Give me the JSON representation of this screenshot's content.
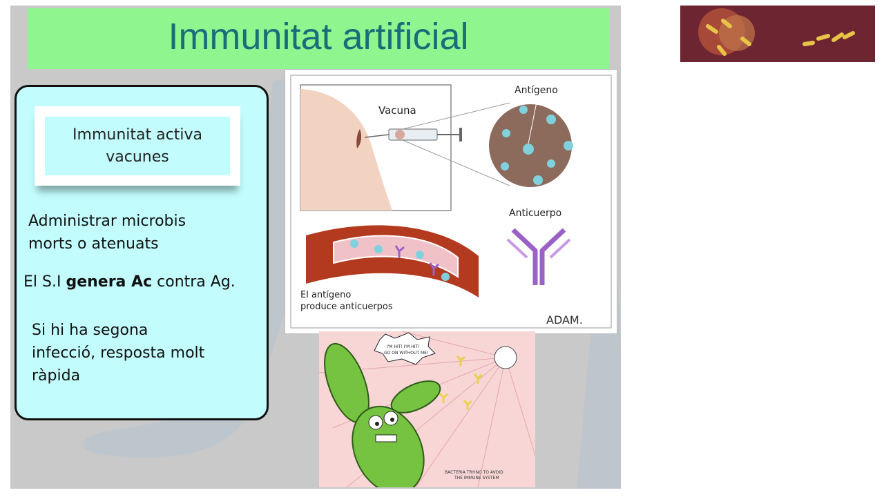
{
  "slide": {
    "title": "Immunitat artificial",
    "subtitle": {
      "line1": "Immunitat activa",
      "line2": "vacunes"
    },
    "points": {
      "administer_line1": "Administrar microbis",
      "administer_line2": "morts o atenuats",
      "generates_pre": "El S.I ",
      "generates_bold": "genera Ac",
      "generates_post": " contra Ag.",
      "second_line1": "Si hi ha segona",
      "second_line2": "infecció, resposta molt",
      "second_line3": "ràpida"
    }
  },
  "vaccine_figure": {
    "label_vaccine": "Vacuna",
    "label_antigen": "Antígeno",
    "label_antibody": "Anticuerpo",
    "caption_line1": "El antígeno",
    "caption_line2": "produce anticuerpos",
    "logo": "ADAM."
  },
  "cartoon": {
    "speech_line1": "I'M HIT! I'M HIT!",
    "speech_line2": "GO ON WITHOUT ME!",
    "caption_line1": "BACTERIA TRYING TO AVOID",
    "caption_line2": "THE IMMUNE SYSTEM"
  },
  "colors": {
    "title_bg": "#8ff58f",
    "title_text": "#1a6d78",
    "panel_bg": "#c2fcfc",
    "slide_bg": "#c9c9c9"
  }
}
